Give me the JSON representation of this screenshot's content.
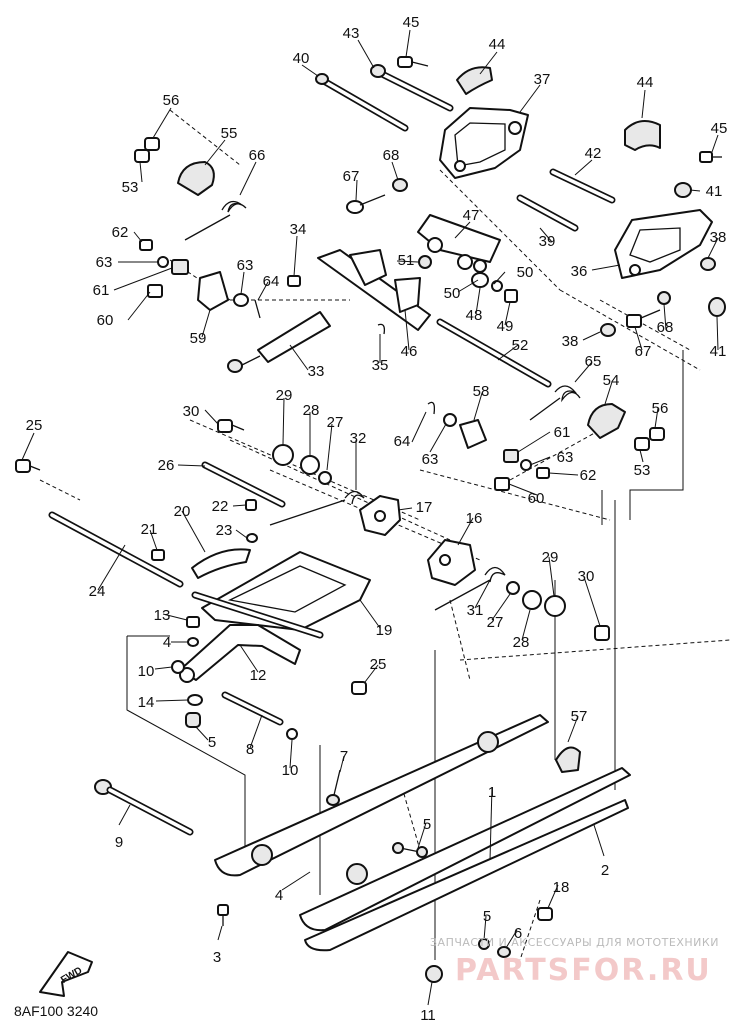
{
  "callouts": [
    {
      "id": "c45a",
      "text": "45"
    },
    {
      "id": "c43",
      "text": "43"
    },
    {
      "id": "c44a",
      "text": "44"
    },
    {
      "id": "c40",
      "text": "40"
    },
    {
      "id": "c37",
      "text": "37"
    },
    {
      "id": "c44b",
      "text": "44"
    },
    {
      "id": "c56a",
      "text": "56"
    },
    {
      "id": "c55",
      "text": "55"
    },
    {
      "id": "c45b",
      "text": "45"
    },
    {
      "id": "c66",
      "text": "66"
    },
    {
      "id": "c68a",
      "text": "68"
    },
    {
      "id": "c42",
      "text": "42"
    },
    {
      "id": "c53a",
      "text": "53"
    },
    {
      "id": "c67a",
      "text": "67"
    },
    {
      "id": "c41a",
      "text": "41"
    },
    {
      "id": "c47",
      "text": "47"
    },
    {
      "id": "c62a",
      "text": "62"
    },
    {
      "id": "c34",
      "text": "34"
    },
    {
      "id": "c39",
      "text": "39"
    },
    {
      "id": "c38a",
      "text": "38"
    },
    {
      "id": "c63a",
      "text": "63"
    },
    {
      "id": "c63b",
      "text": "63"
    },
    {
      "id": "c51",
      "text": "51"
    },
    {
      "id": "c50a",
      "text": "50"
    },
    {
      "id": "c36",
      "text": "36"
    },
    {
      "id": "c61a",
      "text": "61"
    },
    {
      "id": "c64a",
      "text": "64"
    },
    {
      "id": "c50b",
      "text": "50"
    },
    {
      "id": "c60a",
      "text": "60"
    },
    {
      "id": "c48",
      "text": "48"
    },
    {
      "id": "c49",
      "text": "49"
    },
    {
      "id": "c68b",
      "text": "68"
    },
    {
      "id": "c59",
      "text": "59"
    },
    {
      "id": "c46",
      "text": "46"
    },
    {
      "id": "c38b",
      "text": "38"
    },
    {
      "id": "c67b",
      "text": "67"
    },
    {
      "id": "c41b",
      "text": "41"
    },
    {
      "id": "c35",
      "text": "35"
    },
    {
      "id": "c52",
      "text": "52"
    },
    {
      "id": "c33",
      "text": "33"
    },
    {
      "id": "c65",
      "text": "65"
    },
    {
      "id": "c54",
      "text": "54"
    },
    {
      "id": "c29a",
      "text": "29"
    },
    {
      "id": "c58",
      "text": "58"
    },
    {
      "id": "c30a",
      "text": "30"
    },
    {
      "id": "c28a",
      "text": "28"
    },
    {
      "id": "c27a",
      "text": "27"
    },
    {
      "id": "c56b",
      "text": "56"
    },
    {
      "id": "c25a",
      "text": "25"
    },
    {
      "id": "c64b",
      "text": "64"
    },
    {
      "id": "c32",
      "text": "32"
    },
    {
      "id": "c63c",
      "text": "63"
    },
    {
      "id": "c61b",
      "text": "61"
    },
    {
      "id": "c63d",
      "text": "63"
    },
    {
      "id": "c53b",
      "text": "53"
    },
    {
      "id": "c26",
      "text": "26"
    },
    {
      "id": "c62b",
      "text": "62"
    },
    {
      "id": "c60b",
      "text": "60"
    },
    {
      "id": "c22",
      "text": "22"
    },
    {
      "id": "c17",
      "text": "17"
    },
    {
      "id": "c20",
      "text": "20"
    },
    {
      "id": "c23",
      "text": "23"
    },
    {
      "id": "c21",
      "text": "21"
    },
    {
      "id": "c16",
      "text": "16"
    },
    {
      "id": "c29b",
      "text": "29"
    },
    {
      "id": "c24",
      "text": "24"
    },
    {
      "id": "c30b",
      "text": "30"
    },
    {
      "id": "c31",
      "text": "31"
    },
    {
      "id": "c27b",
      "text": "27"
    },
    {
      "id": "c13",
      "text": "13"
    },
    {
      "id": "c28b",
      "text": "28"
    },
    {
      "id": "c19",
      "text": "19"
    },
    {
      "id": "c4a",
      "text": "4"
    },
    {
      "id": "c10a",
      "text": "10"
    },
    {
      "id": "c12",
      "text": "12"
    },
    {
      "id": "c25b",
      "text": "25"
    },
    {
      "id": "c14",
      "text": "14"
    },
    {
      "id": "c5a",
      "text": "5"
    },
    {
      "id": "c8",
      "text": "8"
    },
    {
      "id": "c57",
      "text": "57"
    },
    {
      "id": "c10b",
      "text": "10"
    },
    {
      "id": "c7",
      "text": "7"
    },
    {
      "id": "c1",
      "text": "1"
    },
    {
      "id": "c9",
      "text": "9"
    },
    {
      "id": "c5b",
      "text": "5"
    },
    {
      "id": "c2",
      "text": "2"
    },
    {
      "id": "c4b",
      "text": "4"
    },
    {
      "id": "c18",
      "text": "18"
    },
    {
      "id": "c3",
      "text": "3"
    },
    {
      "id": "c5c",
      "text": "5"
    },
    {
      "id": "c6",
      "text": "6"
    },
    {
      "id": "c11",
      "text": "11"
    }
  ],
  "footer": {
    "drawing_code": "8AF100 3240",
    "fwd_label": "FWD"
  },
  "watermark": {
    "tagline": "ЗАПЧАСТИ И АКСЕССУАРЫ ДЛЯ МОТОТЕХНИКИ",
    "logo": "PARTSFOR.RU"
  }
}
